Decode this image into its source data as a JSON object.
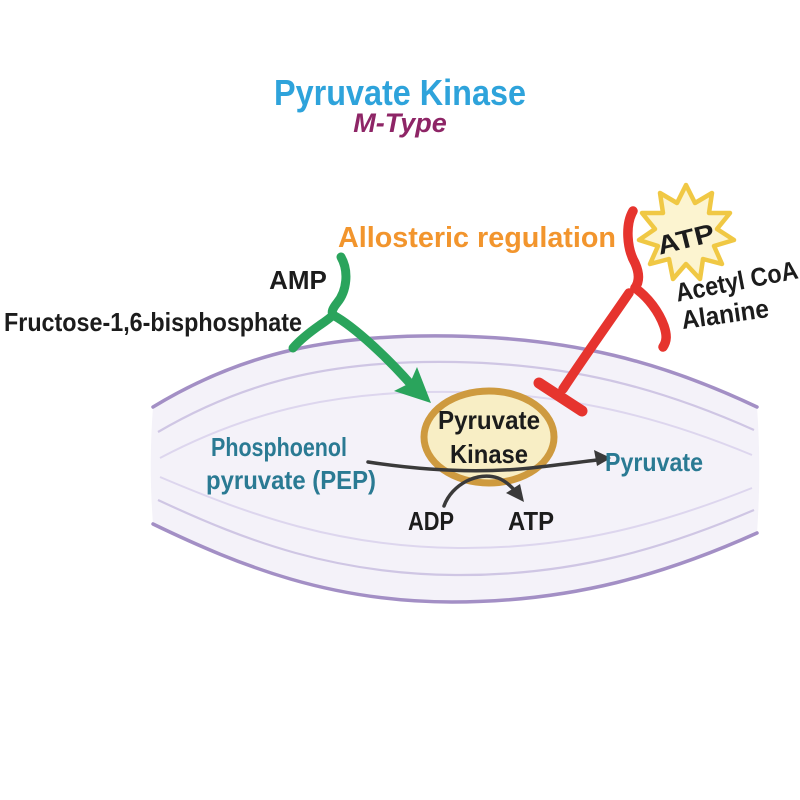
{
  "title": {
    "main": "Pyruvate Kinase",
    "subtitle": "M-Type"
  },
  "regulation": {
    "heading": "Allosteric regulation",
    "activators": {
      "amp": "AMP",
      "f16bp": "Fructose-1,6-bisphosphate"
    },
    "inhibitors": {
      "atp": "ATP",
      "acetyl_coa": "Acetyl CoA",
      "alanine": "Alanine"
    }
  },
  "reaction": {
    "enzyme_line1": "Pyruvate",
    "enzyme_line2": "Kinase",
    "substrate_line1": "Phosphoenol",
    "substrate_line2": "pyruvate (PEP)",
    "product": "Pyruvate",
    "cofactor_in": "ADP",
    "cofactor_out": "ATP"
  },
  "colors": {
    "title_blue": "#2EA3DB",
    "subtitle_magenta": "#8E2566",
    "heading_orange": "#F2952D",
    "activator_green": "#2AA45C",
    "inhibitor_red": "#E6342E",
    "teal": "#2A7A93",
    "ink_black": "#1C1C1C",
    "star_border": "#F0C844",
    "star_fill": "#FCF4D0",
    "enzyme_border": "#CE9A3F",
    "enzyme_fill": "#F8EEC5",
    "cell_border": "#A38FC5",
    "cell_fill": "#F4F2F9",
    "cell_inner_line": "#CFC6E4"
  }
}
